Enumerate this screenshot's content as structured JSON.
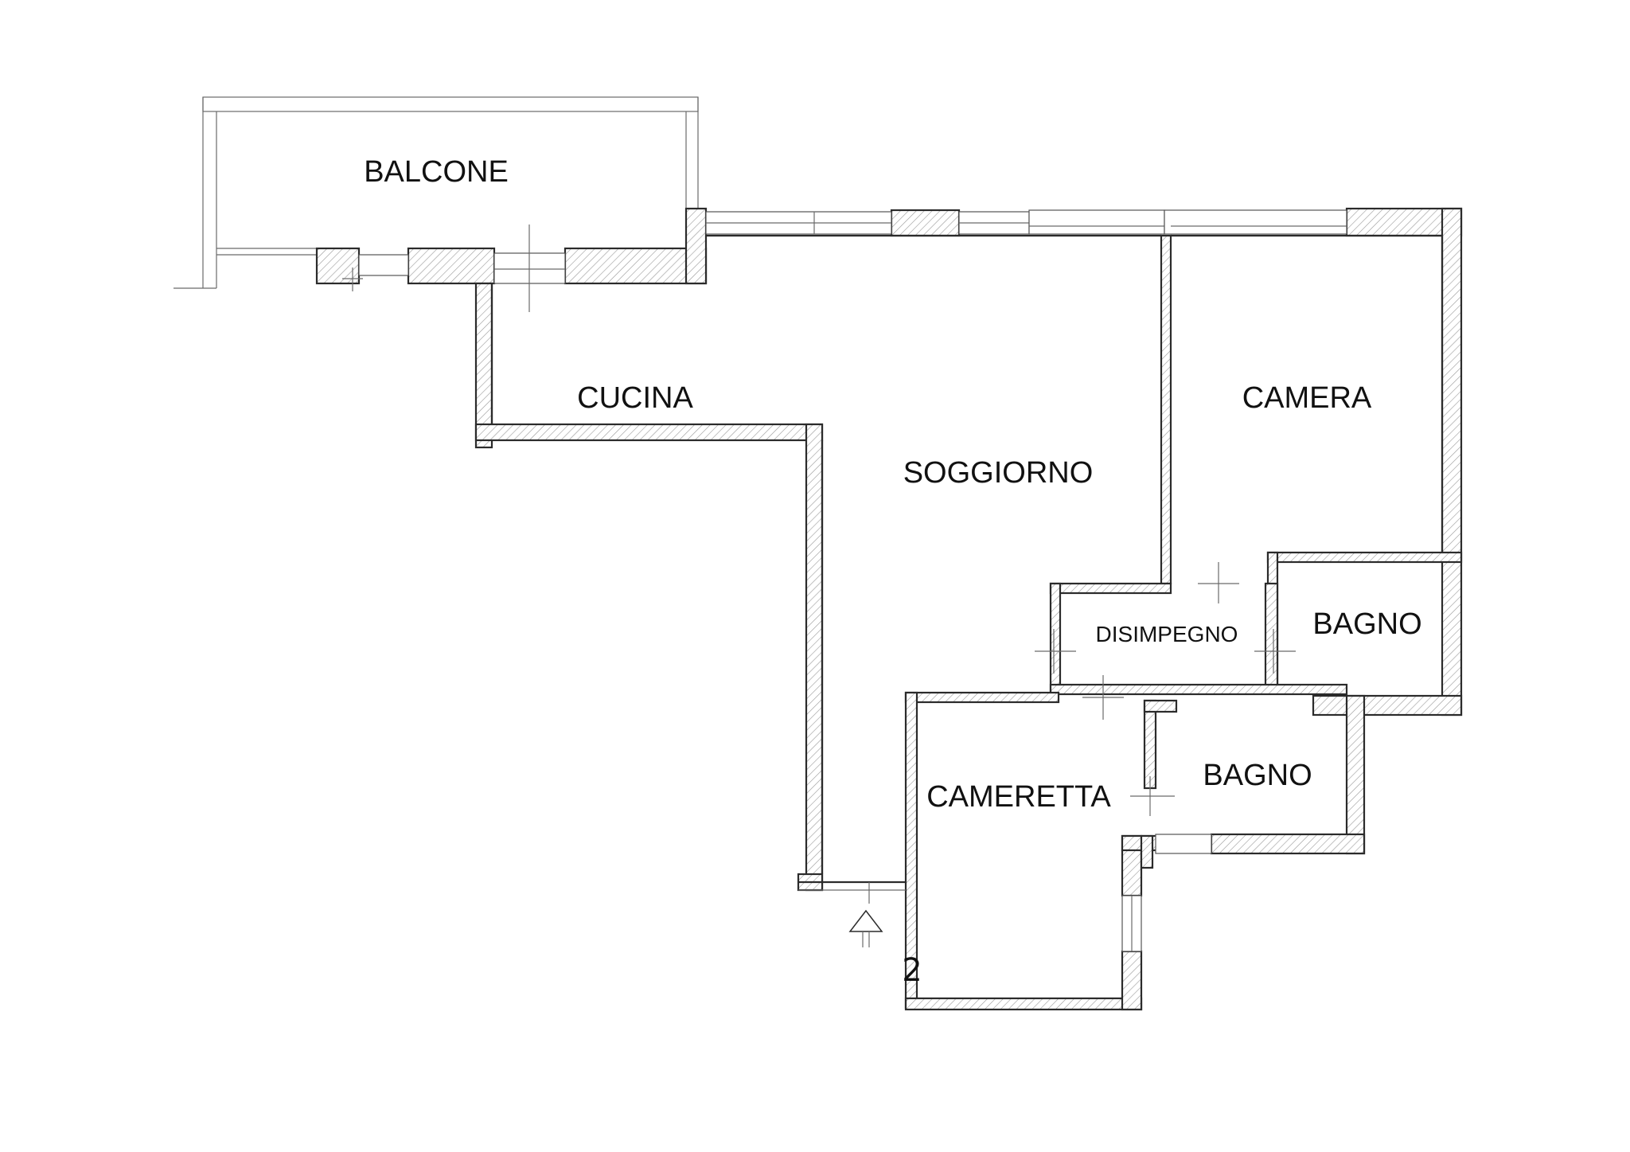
{
  "rooms": {
    "balcone": "BALCONE",
    "cucina": "CUCINA",
    "soggiorno": "SOGGIORNO",
    "camera": "CAMERA",
    "disimpegno": "DISIMPEGNO",
    "bagno_1": "BAGNO",
    "bagno_2": "BAGNO",
    "cameretta": "CAMERETTA"
  },
  "entrance_marker": "2"
}
